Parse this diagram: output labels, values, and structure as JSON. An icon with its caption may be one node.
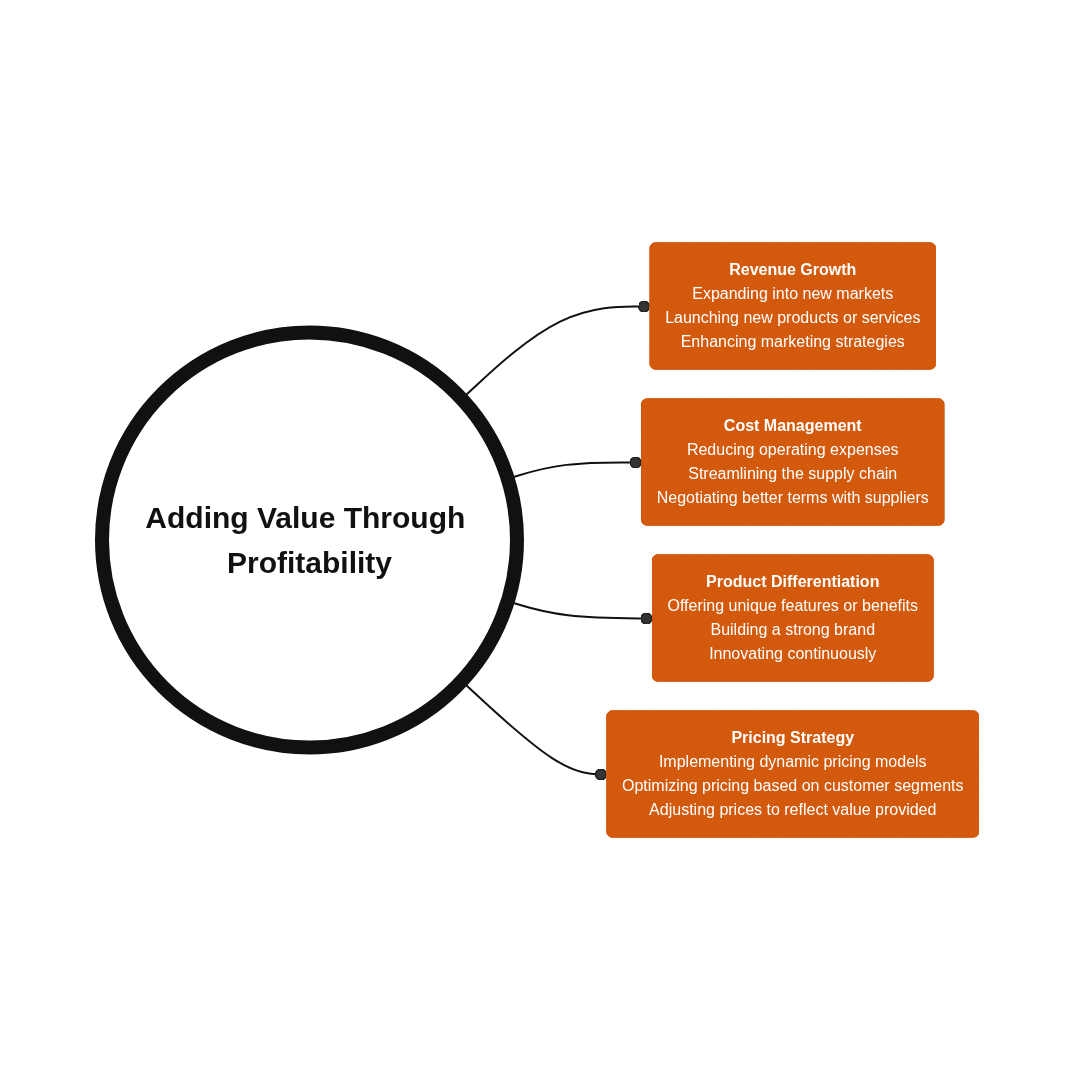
{
  "diagram": {
    "nodes": [
      {
        "text": [
          "Adding Value Through Profitability"
        ]
      },
      {
        "text": [
          "Revenue Growth",
          "Expanding into new markets",
          "Launching new products or services",
          "Enhancing marketing strategies"
        ]
      },
      {
        "text": [
          "Cost Management",
          "Reducing operating expenses",
          "Streamlining the supply chain",
          "Negotiating better terms with suppliers"
        ]
      },
      {
        "text": [
          "Product Differentiation",
          "Offering unique features or benefits",
          "Building a strong brand",
          "Innovating continuously"
        ]
      },
      {
        "text": [
          "Pricing Strategy",
          "Implementing dynamic pricing models",
          "Optimizing pricing based on customer segments",
          "Adjusting prices to reflect value provided"
        ]
      }
    ],
    "edges": [
      {
        "from": 0,
        "to": 1,
        "arrow": "other"
      },
      {
        "from": 0,
        "to": 2,
        "arrow": "other"
      },
      {
        "from": 0,
        "to": 3,
        "arrow": "other"
      },
      {
        "from": 0,
        "to": 4,
        "arrow": "other"
      }
    ]
  }
}
